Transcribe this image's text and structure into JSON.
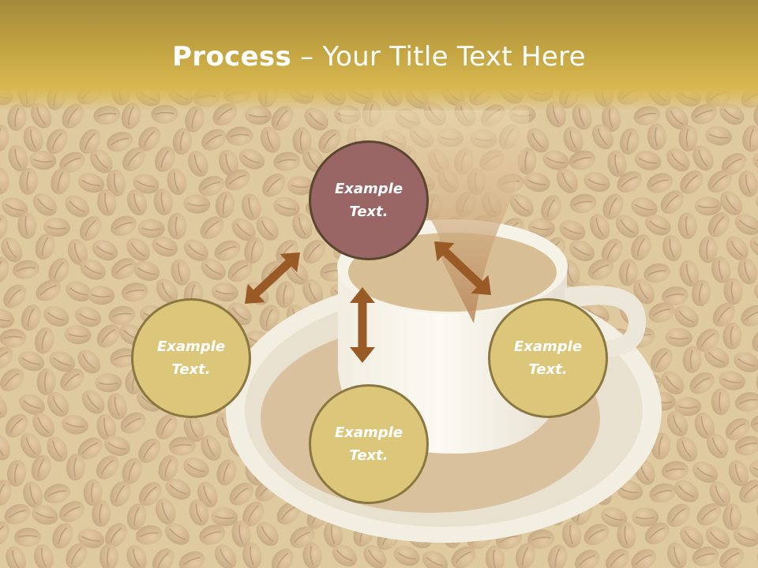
{
  "title": {
    "bold": "Process",
    "rest": " – Your Title Text Here"
  },
  "colors": {
    "title_band": "#c2a442",
    "node_primary_fill": "#9a6565",
    "node_secondary_fill": "#dcc67a",
    "node_border": "#5b4630",
    "node_secondary_border": "#8b7740",
    "arrow": "#9a5a25"
  },
  "nodes": [
    {
      "id": "top",
      "label": "Example\nText.",
      "style": "primary"
    },
    {
      "id": "left",
      "label": "Example\nText.",
      "style": "secondary"
    },
    {
      "id": "right",
      "label": "Example\nText.",
      "style": "secondary"
    },
    {
      "id": "bottom",
      "label": "Example\nText.",
      "style": "secondary"
    }
  ],
  "background": {
    "description_icon": "coffee-cup-beans-photo"
  }
}
